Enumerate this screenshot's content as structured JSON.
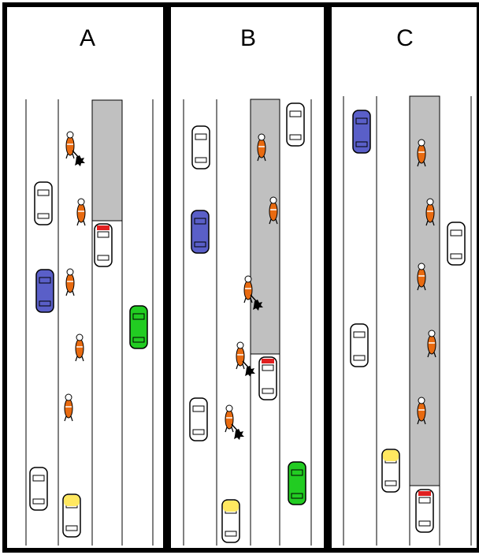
{
  "panels": [
    {
      "id": "A",
      "label": "A"
    },
    {
      "id": "B",
      "label": "B"
    },
    {
      "id": "C",
      "label": "C"
    }
  ],
  "colors": {
    "border": "#000000",
    "lane_line": "#000000",
    "closed_lane": "#c0c0c0",
    "worker_suit": "#e86a10",
    "car_white": "#ffffff",
    "car_blue": "#5a5fc8",
    "car_green": "#22cc22",
    "car_yellow": "#ffe860",
    "car_red_accent": "#e02020"
  },
  "legend_icons": [
    "car-icon",
    "road-worker-icon",
    "closed-lane-zone"
  ]
}
